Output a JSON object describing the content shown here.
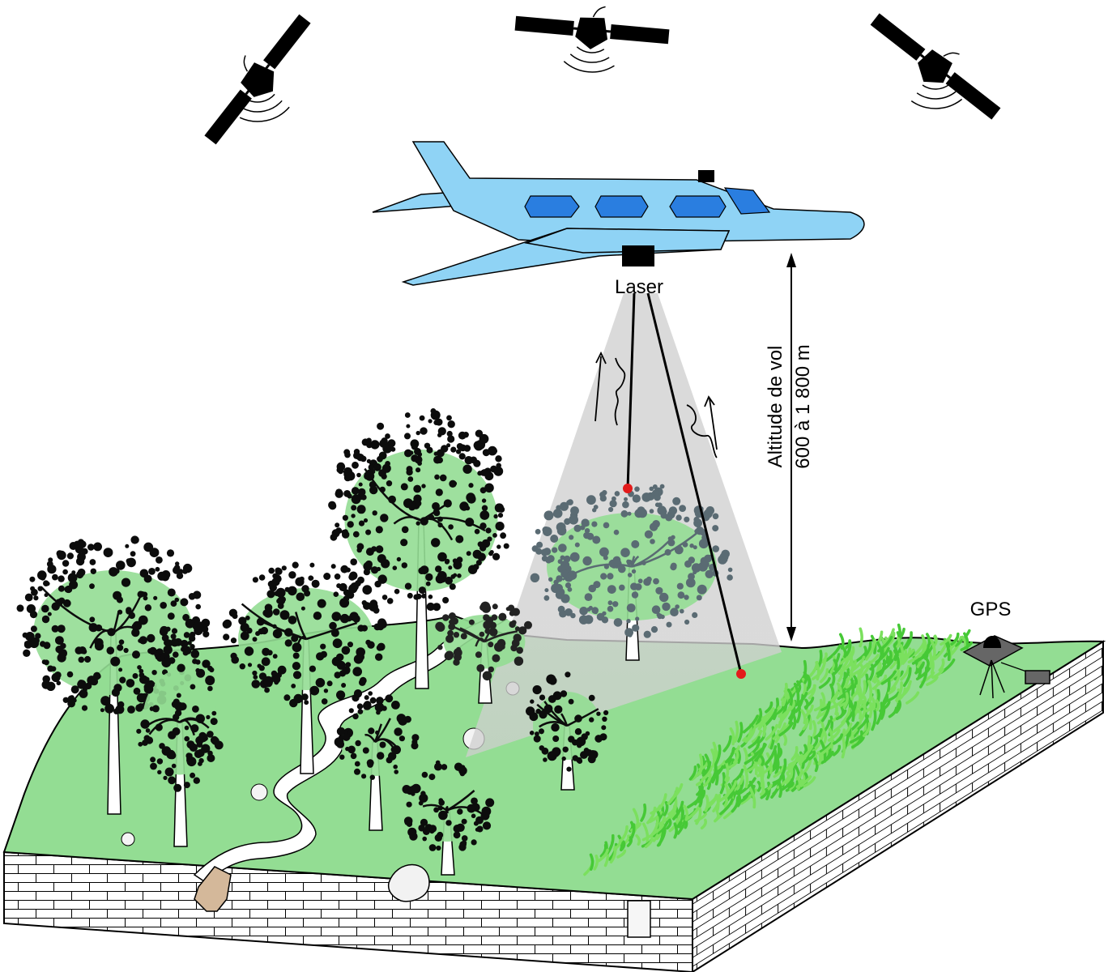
{
  "labels": {
    "laser": "Laser",
    "gps": "GPS",
    "altitude_line1": "Altitude de vol",
    "altitude_line2": "600 à 1 800 m"
  },
  "colors": {
    "sky": "#ffffff",
    "ground": "#93dd93",
    "grass": "#4ccf3a",
    "block_face": "#ffffff",
    "block_lines": "#000000",
    "airplane_body": "#8fd3f5",
    "airplane_window": "#2a7ee0",
    "laser_cone": "#c8c8c8",
    "tree_crown": "#0c0c0c",
    "tree_crown_highlight": "#93dd93",
    "tree_in_beam": "#5a6b73",
    "pulse_point": "#e31b1b",
    "stream": "#ffffff",
    "rock": "#d4b89a"
  },
  "icons": [
    "satellite-icon",
    "satellite-icon",
    "satellite-icon",
    "airplane-icon",
    "gps-station-icon"
  ]
}
